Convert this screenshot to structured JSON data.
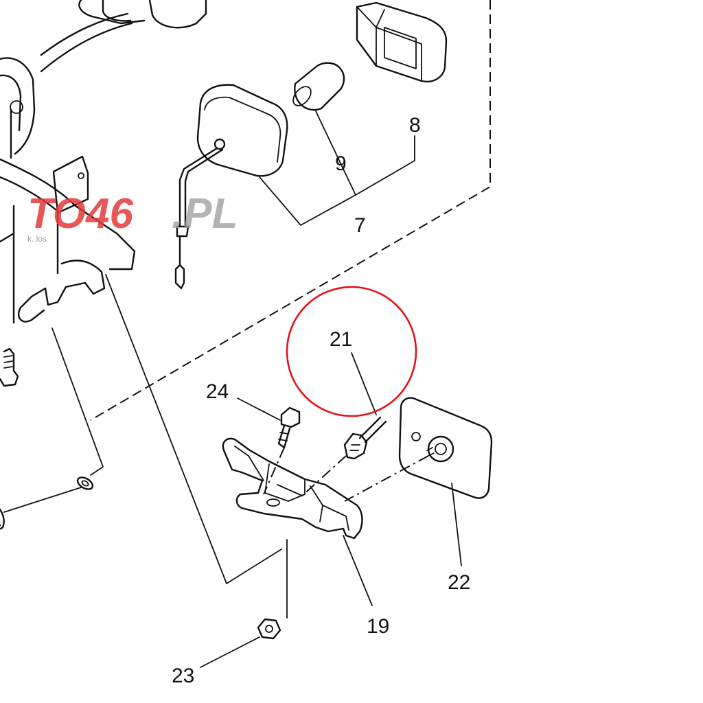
{
  "diagram": {
    "callouts": [
      {
        "id": "c7",
        "text": "7"
      },
      {
        "id": "c8",
        "text": "8"
      },
      {
        "id": "c9",
        "text": "9"
      },
      {
        "id": "c19",
        "text": "19"
      },
      {
        "id": "c21",
        "text": "21"
      },
      {
        "id": "c22",
        "text": "22"
      },
      {
        "id": "c23",
        "text": "23"
      },
      {
        "id": "c24",
        "text": "24"
      }
    ],
    "highlight": {
      "color": "#e0131a",
      "target": "21"
    },
    "watermark": {
      "main": "TO46",
      "suffix": ".PL",
      "small": "k. los"
    }
  }
}
